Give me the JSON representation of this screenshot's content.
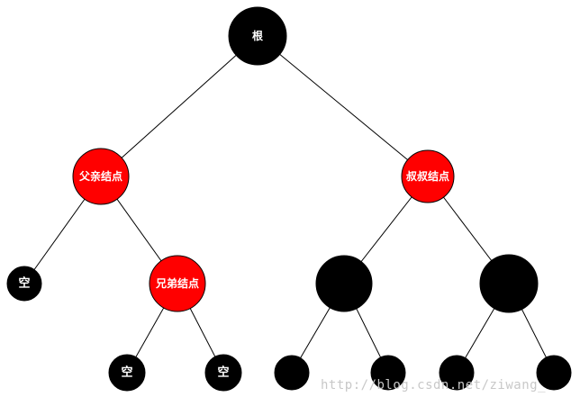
{
  "colors": {
    "red_node": "#ff0000",
    "black_node": "#000000",
    "label_text": "#ffffff",
    "edge": "#000000",
    "watermark": "#c8c8c8"
  },
  "nodes": {
    "root": {
      "label": "根",
      "color": "black"
    },
    "parent": {
      "label": "父亲结点",
      "color": "red"
    },
    "uncle": {
      "label": "叔叔结点",
      "color": "red"
    },
    "left_empty": {
      "label": "空",
      "color": "black"
    },
    "sibling": {
      "label": "兄弟结点",
      "color": "red"
    },
    "uncle_left": {
      "label": "",
      "color": "black"
    },
    "uncle_right": {
      "label": "",
      "color": "black"
    },
    "sibling_left_empty": {
      "label": "空",
      "color": "black"
    },
    "sibling_right_empty": {
      "label": "空",
      "color": "black"
    },
    "uncle_left_left": {
      "label": "",
      "color": "black"
    },
    "uncle_left_right": {
      "label": "",
      "color": "black"
    },
    "uncle_right_left": {
      "label": "",
      "color": "black"
    },
    "uncle_right_right": {
      "label": "",
      "color": "black"
    }
  },
  "watermark": "http://blog.csdn.net/ziwang_"
}
